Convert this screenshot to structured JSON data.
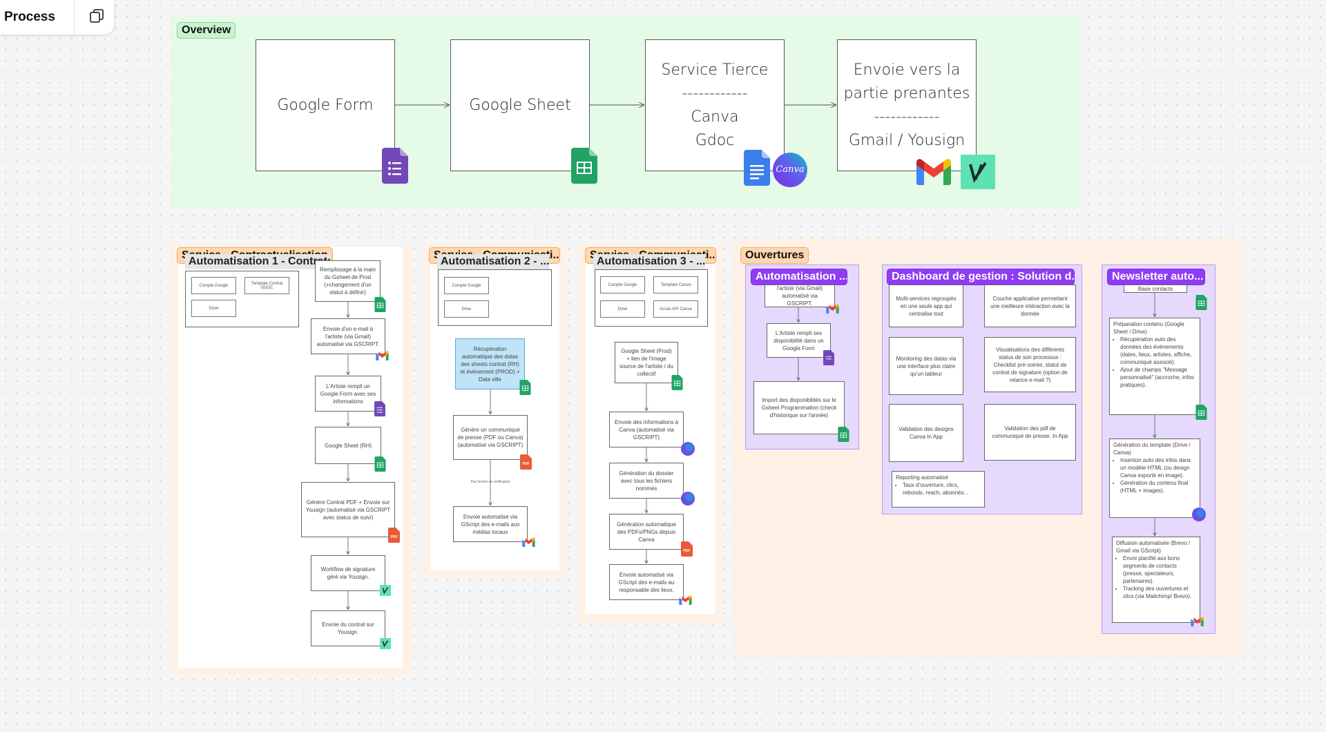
{
  "topbar": {
    "title": "Process",
    "copy_icon": "copy-icon"
  },
  "colors": {
    "overview_bg": "#e5fbe7",
    "service_bg": "#fff1e5",
    "purple_panel": "#e5d9fd",
    "purple_tag": "#8f3cf3"
  },
  "overview": {
    "tag": "Overview",
    "boxes": [
      {
        "lines": [
          "Google Form"
        ]
      },
      {
        "lines": [
          "Google Sheet"
        ]
      },
      {
        "lines": [
          "Service Tierce",
          "------------",
          "Canva",
          "Gdoc"
        ]
      },
      {
        "lines": [
          "Envoie vers la",
          "partie prenantes",
          "------------",
          "Gmail / Yousign"
        ]
      }
    ],
    "canva_label": "Canva"
  },
  "contractualisation": {
    "tag": "Service - Contractualisation",
    "group_title": "Automatisation 1 - Contrats",
    "minis": [
      "Compte Google",
      "Template Contrat GDOC",
      "Drive"
    ],
    "nodes": [
      "Remplissage à la main du Gsheet de Prod (+changement d'un statut à définir)",
      "Envoie d'un e-mail à l'artiste (via Gmail) automatisé via GSCRIPT.",
      "L'Artiste rempli un Google Form avec ses informations",
      "Google Sheet (RH)",
      "Génère Contrat PDF + Envoie sur Yousign (automatisé via GSCRIPT avec status de suivi)",
      "Workflow de signature géré via Yousign.",
      "Envoie du contrat sur Yousign."
    ]
  },
  "communication2": {
    "tag": "Service - Communicati...",
    "group_title": "Automatisation 2 - ...",
    "minis": [
      "Compte Google",
      "Drive"
    ],
    "nodes": [
      "Récupération automatique des datas des sheets contrat (RH) et événement (PROD) + Data ville",
      "Génère un communiqué de presse (PDF ou Canva) (automatisé via GSCRIPT)",
      "Envoie automatisé via GScript des e-mails aux médias locaux"
    ],
    "note": "Pas besoin de vérification"
  },
  "communication3": {
    "tag": "Service - Communicati...",
    "group_title": "Automatisation 3 - ...",
    "minis": [
      "Compte Google",
      "Template Canva",
      "Drive",
      "Accès API Canva"
    ],
    "nodes": [
      "Google Sheet (Prod) + lien de l'image source de l'artiste / du collectif",
      "Envoie des informations à Canva (automatisé via GSCRIPT)",
      "Génération du dossier avec tous les fichiers nommés",
      "Génération automatique des PDFs/PNGs depuis Canva",
      "Envoie automatisé via GScript des e-mails au responsable des lieux."
    ]
  },
  "ouvertures": {
    "tag": "Ouvertures",
    "automatisation": {
      "tag": "Automatisation ...",
      "nodes": [
        "l'artiste (via Gmail) automatisé via GSCRIPT.",
        "L'Artiste rempli ses disponibilité dans un Google Form",
        "Import des disponibilités sur le Gsheet Programmation (check d'historique sur l'année)"
      ]
    },
    "dashboard": {
      "tag": "Dashboard de gestion : Solution d...",
      "cards": [
        "Multi-services regroupés en une seule app qui centralise tout",
        "Couche applicative permettant une meilleure intéraction avec la donnée",
        "Monitoring des datas via une interface plus claire qu'un tableur",
        "Visualisations des différents status de son processus : Checklist pré-soirée, statut de contrat de signature (option de relance e-mail ?)",
        "Validation des designs Canva In App",
        "Validation des pdf de communiqué de presse. In App"
      ],
      "reporting_title": "Reporting automatisé",
      "reporting_item": "Taux d'ouverture, clics, rebonds, reach, abonnés..."
    },
    "newsletter": {
      "tag": "Newsletter auto...",
      "top": "Base contacts",
      "card1_title": "Préparation contenu (Google Sheet / Drive)",
      "card1_items": [
        "Récupération auto des données des événements (dates, lieux, artistes, affiche, communiqué associé).",
        "Ajout de champs \"Message personnalisé\" (accroche, infos pratiques)."
      ],
      "card2_title": "Génération du template (Drive / Canva)",
      "card2_items": [
        "Insertion auto des infos dans un modèle HTML (ou design Canva exporté en image).",
        "Génération du contenu final (HTML + images)."
      ],
      "card3_title": "Diffusion automatisée (Brevo / Gmail via GScript)",
      "card3_items": [
        "Envoi planifié aux bons segments de contacts (presse, spectateurs, partenaires).",
        "Tracking des ouvertures et clics (via Mailchimp/ Brevo)."
      ]
    }
  },
  "icons": {
    "forms": "google-forms-icon",
    "sheets": "google-sheets-icon",
    "docs": "google-docs-icon",
    "canva": "canva-icon",
    "gmail": "gmail-icon",
    "yousign": "yousign-icon",
    "pdf": "pdf-icon",
    "pdf_label": "PDF"
  }
}
